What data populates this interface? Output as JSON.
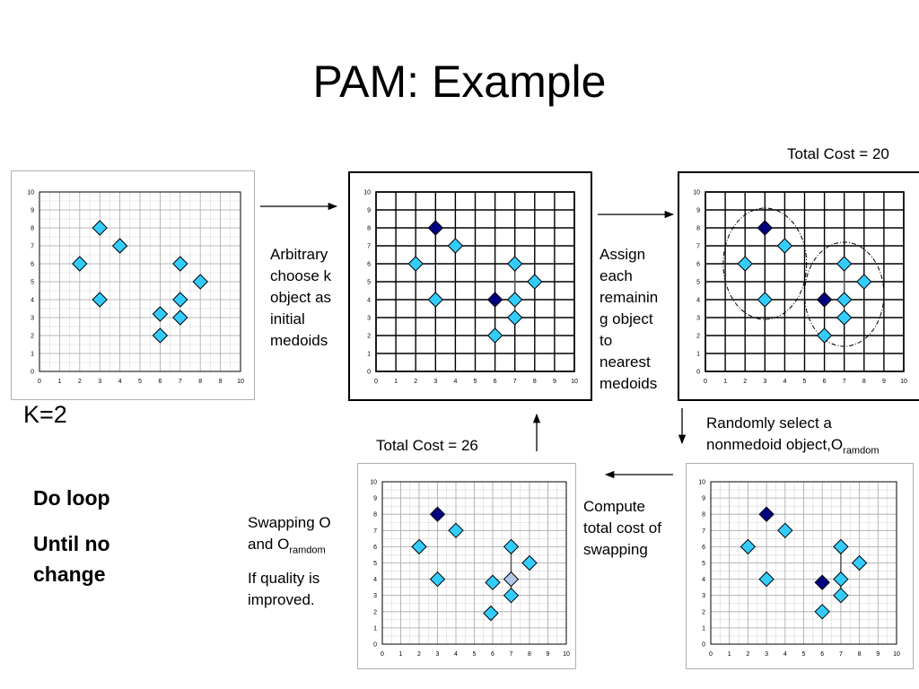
{
  "title": "PAM: Example",
  "k_label": "K=2",
  "loop": {
    "line1": "Do loop",
    "line2": "Until no",
    "line3": "change"
  },
  "labels": {
    "arbitrary": [
      "Arbitrary",
      "choose k",
      "object as",
      "initial",
      "medoids"
    ],
    "assign": [
      "Assign",
      "each",
      "remainin",
      "g object",
      "to",
      "nearest",
      "medoids"
    ],
    "randomly_main": "Randomly select a",
    "randomly_line2": "nonmedoid object,O",
    "randomly_sub": "ramdom",
    "compute": [
      "Compute",
      "total cost of",
      "swapping"
    ],
    "swapping_line1": "Swapping O",
    "swapping_line2": "and O",
    "swapping_sub": "ramdom",
    "quality": [
      "If quality is",
      "improved."
    ],
    "total_cost_20": "Total Cost = 20",
    "total_cost_26": "Total Cost = 26"
  },
  "colors": {
    "light_point": "#33ccff",
    "medoid": "#000080",
    "candidate": "#b0c8e8",
    "grid_fine": "#aaaaaa",
    "grid_bold": "#000000"
  },
  "chart_data": [
    {
      "type": "scatter",
      "name": "initial",
      "xlim": [
        0,
        10
      ],
      "ylim": [
        0,
        10
      ],
      "ticks": [
        0,
        1,
        2,
        3,
        4,
        5,
        6,
        7,
        8,
        9,
        10
      ],
      "grid": "fine",
      "points": [
        [
          3,
          8
        ],
        [
          4,
          7
        ],
        [
          2,
          6
        ],
        [
          7,
          6
        ],
        [
          8,
          5
        ],
        [
          3,
          4
        ],
        [
          7,
          4
        ],
        [
          6,
          3.2
        ],
        [
          7,
          3
        ],
        [
          6,
          2
        ]
      ],
      "medoids": []
    },
    {
      "type": "scatter",
      "name": "arbitrary",
      "xlim": [
        0,
        10
      ],
      "ylim": [
        0,
        10
      ],
      "ticks": [
        0,
        1,
        2,
        3,
        4,
        5,
        6,
        7,
        8,
        9,
        10
      ],
      "grid": "bold",
      "points": [
        [
          3,
          8
        ],
        [
          4,
          7
        ],
        [
          2,
          6
        ],
        [
          7,
          6
        ],
        [
          8,
          5
        ],
        [
          3,
          4
        ],
        [
          6,
          4
        ],
        [
          7,
          4
        ],
        [
          7,
          3
        ],
        [
          6,
          2
        ]
      ],
      "medoids": [
        [
          3,
          8
        ],
        [
          6,
          4
        ]
      ]
    },
    {
      "type": "scatter",
      "name": "assign",
      "xlim": [
        0,
        10
      ],
      "ylim": [
        0,
        10
      ],
      "ticks": [
        0,
        1,
        2,
        3,
        4,
        5,
        6,
        7,
        8,
        9,
        10
      ],
      "grid": "bold",
      "points": [
        [
          3,
          8
        ],
        [
          4,
          7
        ],
        [
          2,
          6
        ],
        [
          7,
          6
        ],
        [
          8,
          5
        ],
        [
          3,
          4
        ],
        [
          6,
          4
        ],
        [
          7,
          4
        ],
        [
          7,
          3
        ],
        [
          6,
          2
        ]
      ],
      "medoids": [
        [
          3,
          8
        ],
        [
          6,
          4
        ]
      ],
      "clusters": true
    },
    {
      "type": "scatter",
      "name": "swap",
      "xlim": [
        0,
        10
      ],
      "ylim": [
        0,
        10
      ],
      "ticks": [
        0,
        1,
        2,
        3,
        4,
        5,
        6,
        7,
        8,
        9,
        10
      ],
      "grid": "fine",
      "points": [
        [
          3,
          8
        ],
        [
          4,
          7
        ],
        [
          2,
          6
        ],
        [
          7,
          6
        ],
        [
          8,
          5
        ],
        [
          3,
          4
        ],
        [
          6,
          3.8
        ],
        [
          7,
          4
        ],
        [
          7,
          3
        ],
        [
          5.9,
          1.9
        ]
      ],
      "medoids": [
        [
          3,
          8
        ]
      ],
      "candidate": [
        7,
        4
      ]
    },
    {
      "type": "scatter",
      "name": "random",
      "xlim": [
        0,
        10
      ],
      "ylim": [
        0,
        10
      ],
      "ticks": [
        0,
        1,
        2,
        3,
        4,
        5,
        6,
        7,
        8,
        9,
        10
      ],
      "grid": "fine",
      "points": [
        [
          3,
          8
        ],
        [
          4,
          7
        ],
        [
          2,
          6
        ],
        [
          7,
          6
        ],
        [
          8,
          5
        ],
        [
          3,
          4
        ],
        [
          6,
          3.8
        ],
        [
          7,
          4
        ],
        [
          7,
          3
        ],
        [
          6,
          2
        ]
      ],
      "medoids": [
        [
          3,
          8
        ],
        [
          6,
          3.8
        ]
      ]
    }
  ]
}
